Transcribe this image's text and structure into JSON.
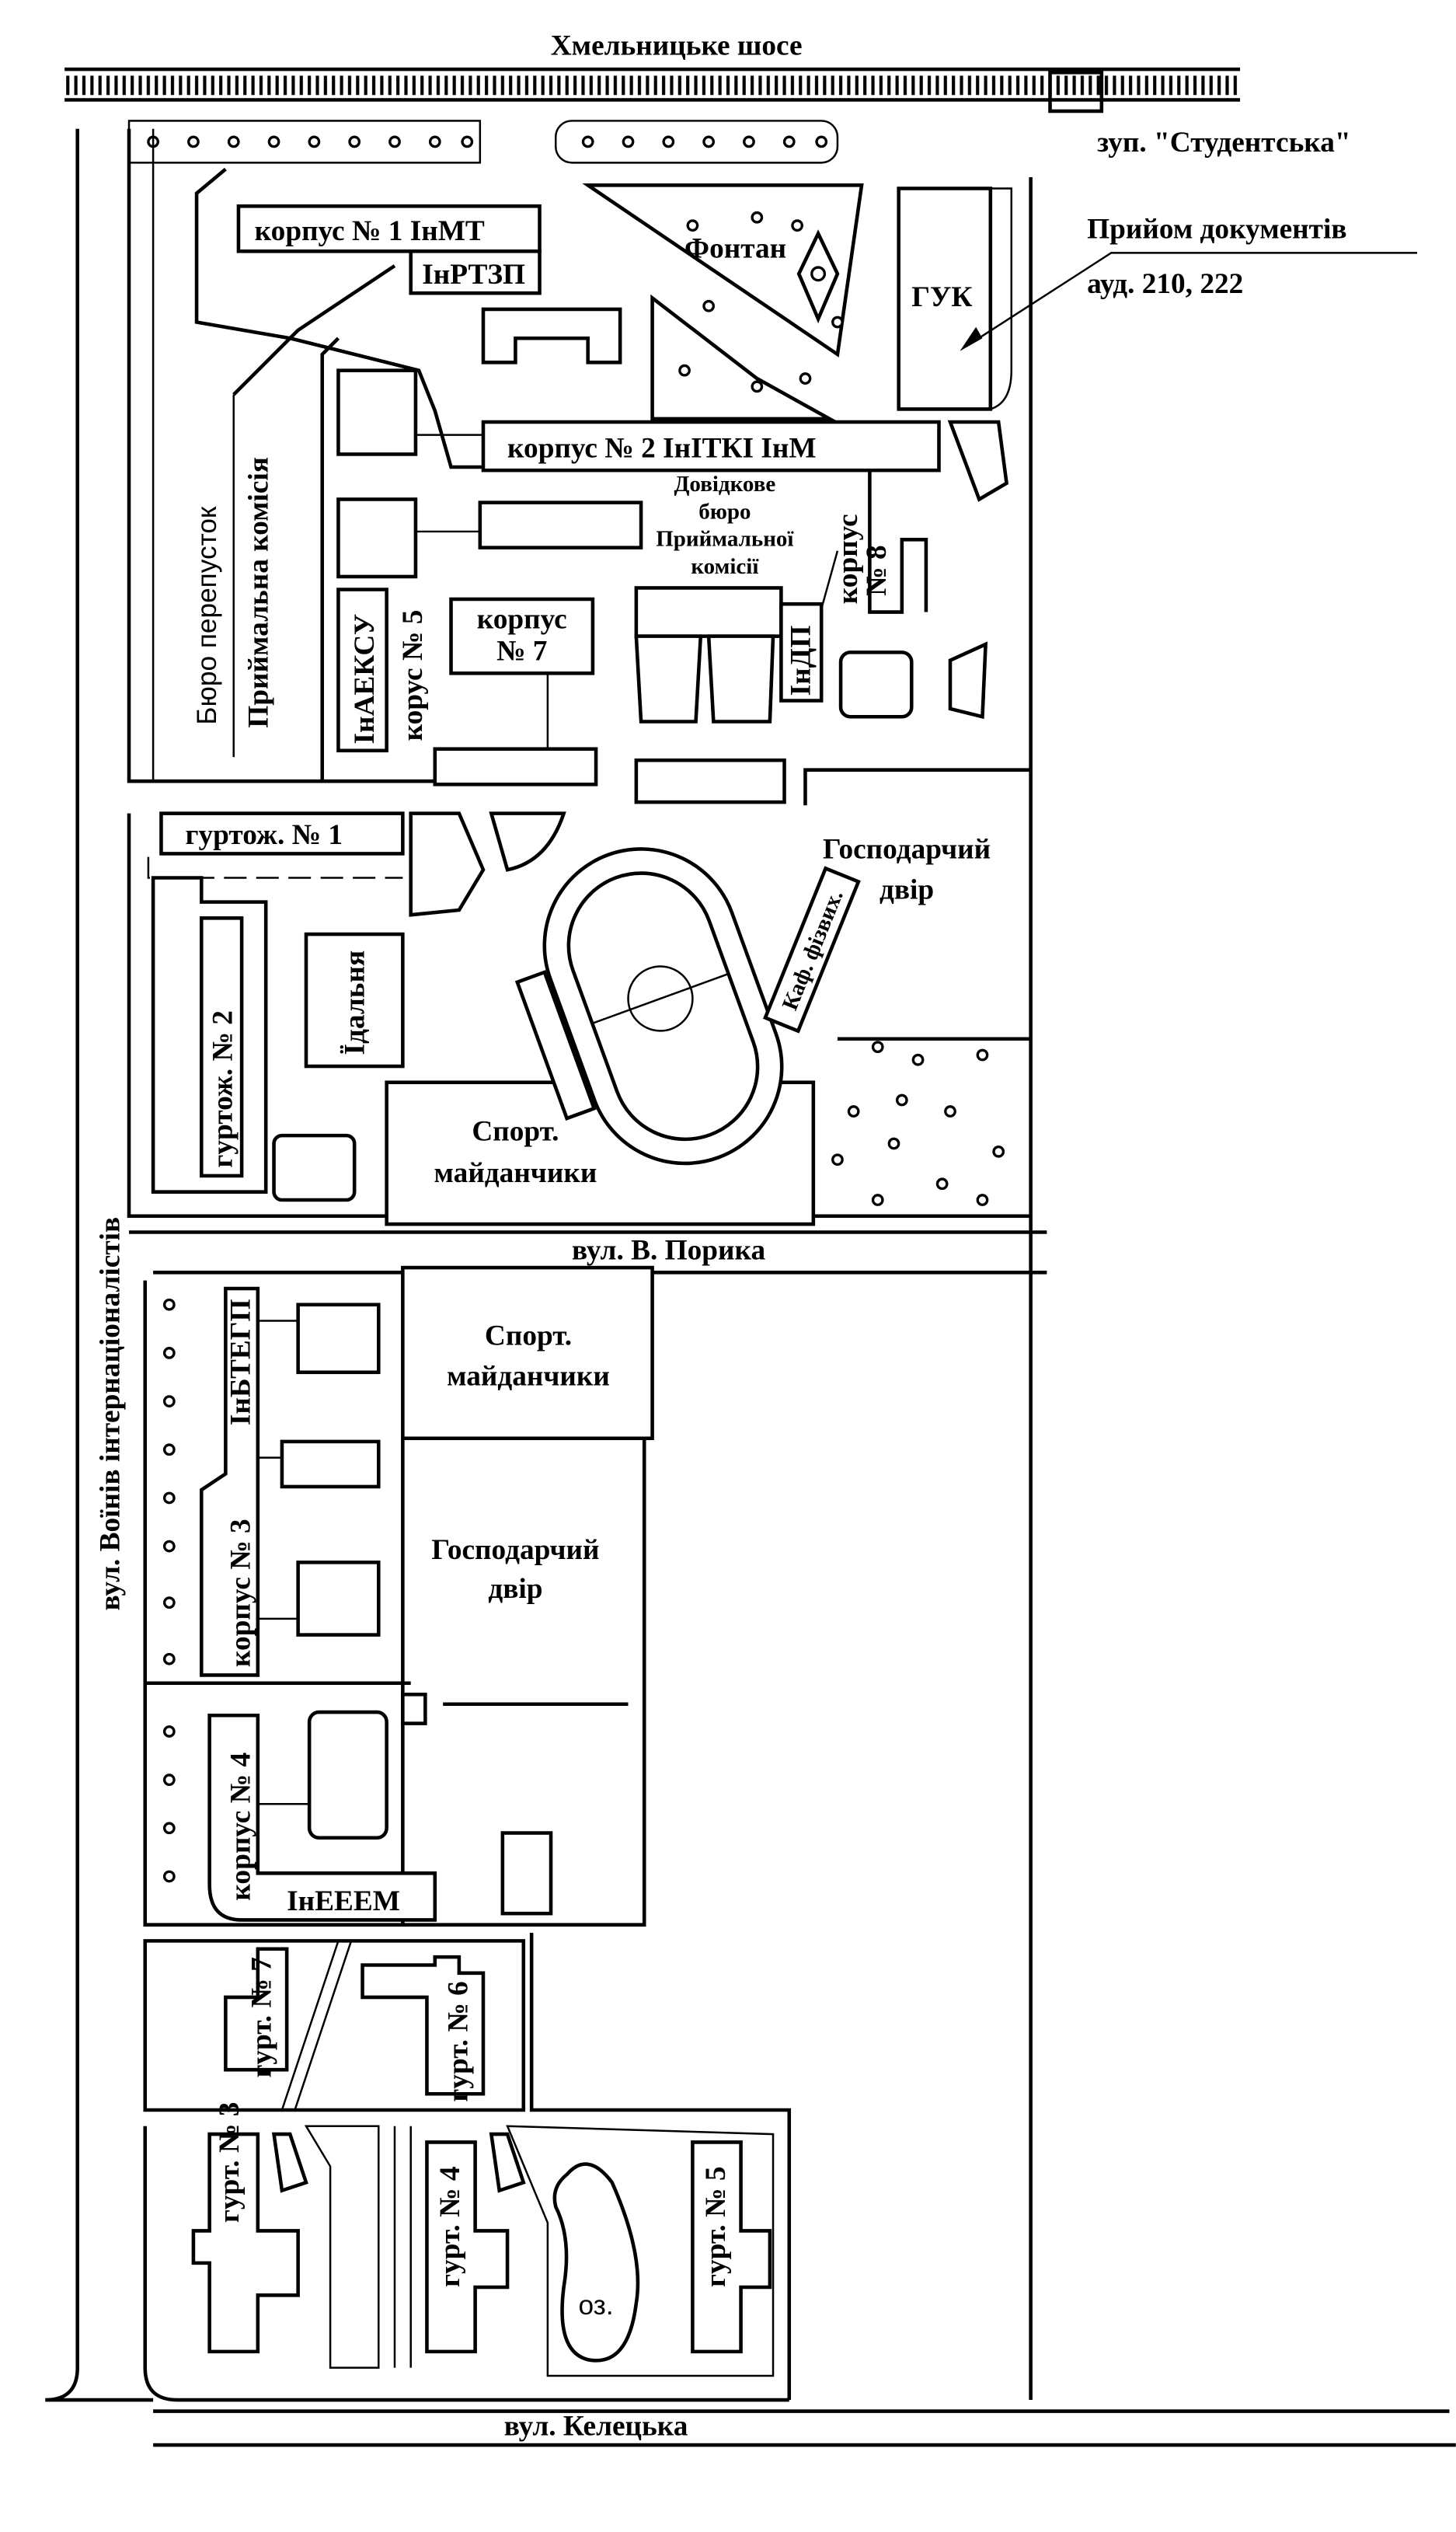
{
  "streets": {
    "top": "Хмельницьке шосе",
    "left": "вул. Воїнів інтернаціоналістів",
    "middle": "вул. В. Порика",
    "bottom": "вул. Келецька"
  },
  "stop": "зуп. \"Студентська\"",
  "documents": {
    "line1": "Прийом документів",
    "line2": "ауд. 210, 222"
  },
  "buildings": {
    "korpus1": "корпус № 1   ІнМТ",
    "inrtzp": "ІнРТЗП",
    "fontan": "Фонтан",
    "guk": "ГУК",
    "korpus2": "корпус № 2   ІнІТКІ   ІнМ",
    "info_desk": [
      "Довідкове",
      "бюро",
      "Приймальної",
      "комісії"
    ],
    "korpus8": "корпус",
    "korpus8_num": "№ 8",
    "indp": "ІнДП",
    "korpus7": "корпус",
    "korpus7_num": "№ 7",
    "inaeksu": "ІнАЕКСУ",
    "korpus5": "корус № 5",
    "pass_office": "Бюро перепусток",
    "admissions": "Приймальна комісія",
    "dorm1": "гуртож. № 1",
    "dorm2": "гуртож. № 2",
    "canteen": "Їдальня",
    "sport1": [
      "Спорт.",
      "майданчики"
    ],
    "yard1": [
      "Господарчий",
      "двір"
    ],
    "pe_dept": "Каф. фізвих.",
    "inbtegp": "ІнБТЕГП",
    "korpus3": "корпус № 3",
    "sport2": [
      "Спорт.",
      "майданчики"
    ],
    "yard2": [
      "Господарчий",
      "двір"
    ],
    "korpus4": "корпус № 4",
    "ineeem": "ІнЕЕЕМ",
    "dorm7": "гурт. № 7",
    "dorm6": "гурт. № 6",
    "dorm3": "гурт. № 3",
    "dorm4": "гурт. № 4",
    "dorm5": "гурт. № 5",
    "lake": "оз."
  }
}
